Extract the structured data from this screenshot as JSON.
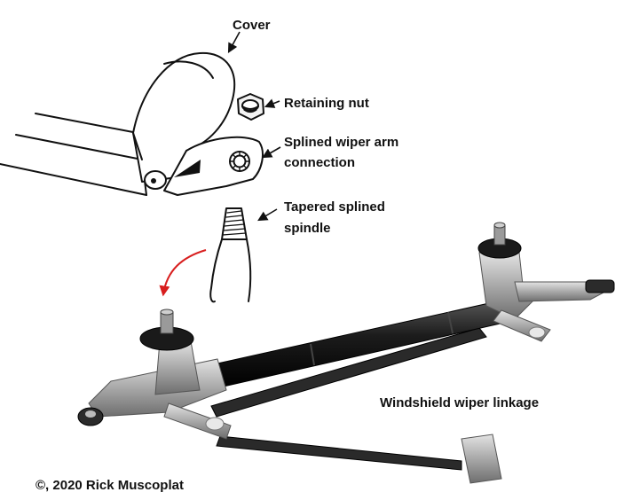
{
  "labels": {
    "cover": "Cover",
    "retaining_nut": "Retaining nut",
    "splined_line1": "Splined wiper arm",
    "splined_line2": "connection",
    "tapered_line1": "Tapered splined",
    "tapered_line2": "spindle",
    "linkage": "Windshield wiper linkage",
    "copyright": "©, 2020 Rick Muscoplat"
  },
  "colors": {
    "ink": "#111111",
    "arrow_red": "#d81e1e",
    "metal": "#b9b9b9",
    "tube": "#1c1c1c"
  }
}
